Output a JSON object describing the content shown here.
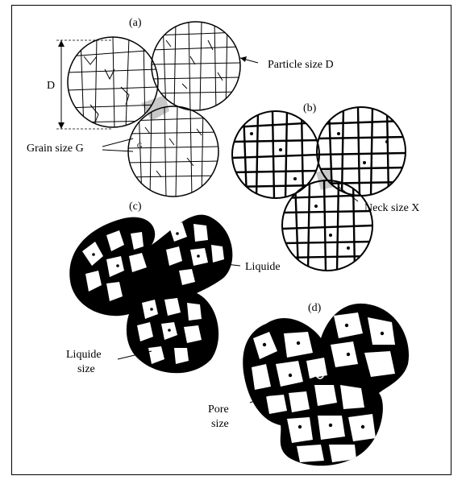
{
  "panels": {
    "a": {
      "tag": "(a)",
      "dimension_letter": "D",
      "particle_size": "Particle size D",
      "grain_size": "Grain size G",
      "grain_letter": "G"
    },
    "b": {
      "tag": "(b)",
      "neck_size": "Neck size X"
    },
    "c": {
      "tag": "(c)",
      "liquide": "Liquide",
      "liquide_size_line1": "Liquide",
      "liquide_size_line2": "size"
    },
    "d": {
      "tag": "(d)",
      "pore_size_line1": "Pore",
      "pore_size_line2": "size"
    }
  },
  "colors": {
    "ink": "#000000",
    "paper": "#ffffff",
    "neck_gray": "#c8c8c8"
  }
}
